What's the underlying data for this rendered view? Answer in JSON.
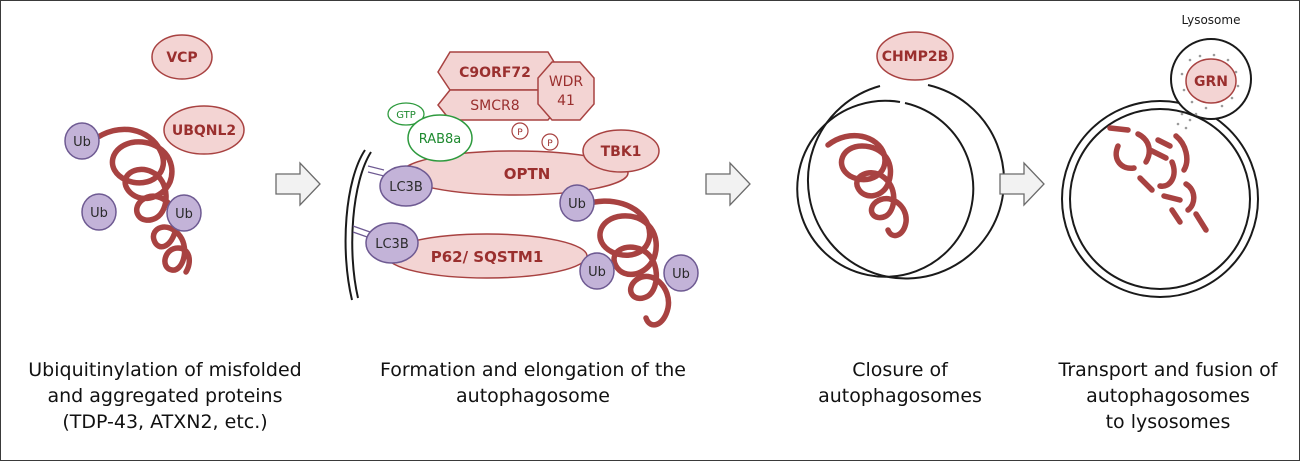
{
  "colors": {
    "protein_fill": "#f3d4d3",
    "protein_stroke": "#a84241",
    "protein_text": "#9a2f2e",
    "ub_fill": "#c3b3d8",
    "ub_stroke": "#6e5a92",
    "rab_stroke": "#2e9a3e",
    "rab_text": "#1f8a30",
    "aggregate": "#a84241",
    "membrane": "#1a1a1a",
    "arrow_fill": "#f2f2f2",
    "arrow_stroke": "#6b6b6b"
  },
  "stage1": {
    "ub_label": "Ub",
    "vcp": "VCP",
    "ubqnl2": "UBQNL2",
    "caption": [
      "Ubiquitinylation of misfolded",
      "and aggregated proteins",
      "(TDP-43, ATXN2, etc.)"
    ]
  },
  "stage2": {
    "c9orf72": "C9ORF72",
    "smcr8": "SMCR8",
    "wdr41_line1": "WDR",
    "wdr41_line2": "41",
    "gtp": "GTP",
    "rab8a": "RAB8a",
    "phospho": "P",
    "tbk1": "TBK1",
    "optn": "OPTN",
    "lc3b": "LC3B",
    "p62": "P62/ SQSTM1",
    "ub_label": "Ub",
    "caption": [
      "Formation and elongation of the",
      "autophagosome"
    ]
  },
  "stage3": {
    "chmp2b": "CHMP2B",
    "caption": [
      "Closure of",
      "autophagosomes"
    ]
  },
  "stage4": {
    "lysosome_label": "Lysosome",
    "grn": "GRN",
    "caption": [
      "Transport and fusion of",
      "autophagosomes",
      "to lysosomes"
    ]
  }
}
